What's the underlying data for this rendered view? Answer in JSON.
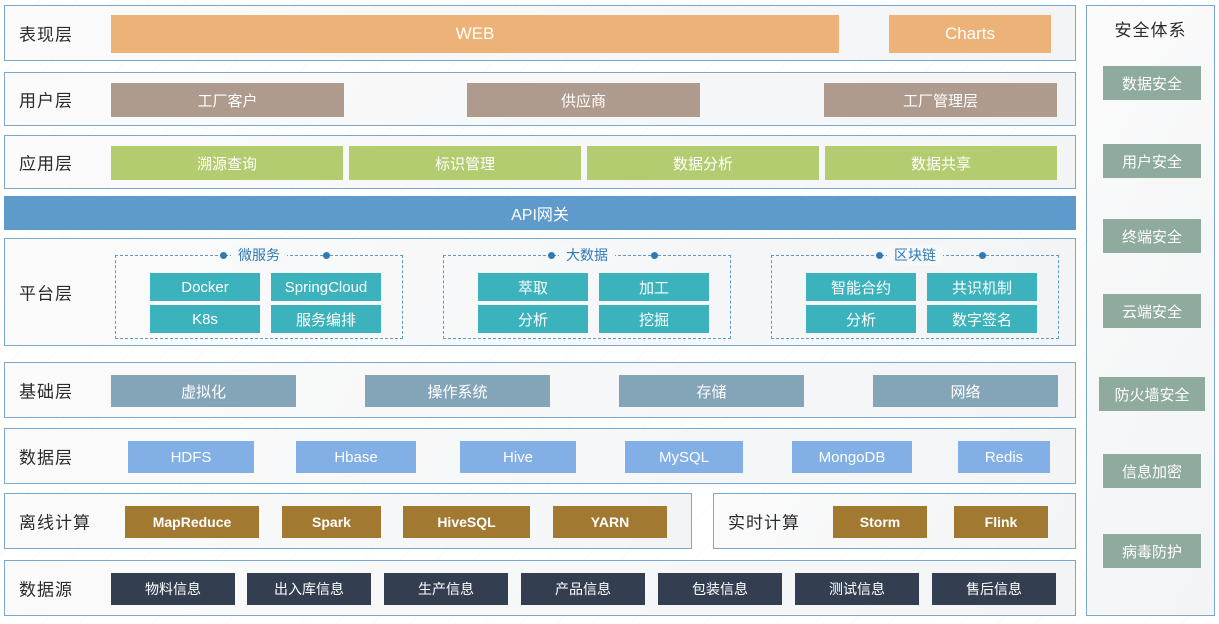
{
  "rows": [
    {
      "id": "presentation",
      "label": "表现层",
      "items": [
        {
          "label": "WEB"
        },
        {
          "label": "Charts"
        }
      ]
    },
    {
      "id": "user",
      "label": "用户层",
      "items": [
        {
          "label": "工厂客户"
        },
        {
          "label": "供应商"
        },
        {
          "label": "工厂管理层"
        }
      ]
    },
    {
      "id": "application",
      "label": "应用层",
      "items": [
        {
          "label": "溯源查询"
        },
        {
          "label": "标识管理"
        },
        {
          "label": "数据分析"
        },
        {
          "label": "数据共享"
        }
      ]
    },
    {
      "id": "gateway",
      "label": "API网关",
      "items": []
    },
    {
      "id": "platform",
      "label": "平台层",
      "groups": [
        {
          "title": "微服务",
          "items": [
            "Docker",
            "SpringCloud",
            "K8s",
            "服务编排"
          ]
        },
        {
          "title": "大数据",
          "items": [
            "萃取",
            "加工",
            "分析",
            "挖掘"
          ]
        },
        {
          "title": "区块链",
          "items": [
            "智能合约",
            "共识机制",
            "分析",
            "数字签名"
          ]
        }
      ]
    },
    {
      "id": "infrastructure",
      "label": "基础层",
      "items": [
        {
          "label": "虚拟化"
        },
        {
          "label": "操作系统"
        },
        {
          "label": "存储"
        },
        {
          "label": "网络"
        }
      ]
    },
    {
      "id": "data",
      "label": "数据层",
      "items": [
        {
          "label": "HDFS"
        },
        {
          "label": "Hbase"
        },
        {
          "label": "Hive"
        },
        {
          "label": "MySQL"
        },
        {
          "label": "MongoDB"
        },
        {
          "label": "Redis"
        }
      ]
    },
    {
      "id": "offline-compute",
      "label": "离线计算",
      "items": [
        {
          "label": "MapReduce"
        },
        {
          "label": "Spark"
        },
        {
          "label": "HiveSQL"
        },
        {
          "label": "YARN"
        }
      ]
    },
    {
      "id": "realtime-compute",
      "label": "实时计算",
      "items": [
        {
          "label": "Storm"
        },
        {
          "label": "Flink"
        }
      ]
    },
    {
      "id": "datasource",
      "label": "数据源",
      "items": [
        {
          "label": "物料信息"
        },
        {
          "label": "出入库信息"
        },
        {
          "label": "生产信息"
        },
        {
          "label": "产品信息"
        },
        {
          "label": "包装信息"
        },
        {
          "label": "测试信息"
        },
        {
          "label": "售后信息"
        }
      ]
    }
  ],
  "security": {
    "title": "安全体系",
    "items": [
      {
        "label": "数据安全"
      },
      {
        "label": "用户安全"
      },
      {
        "label": "终端安全"
      },
      {
        "label": "云端安全"
      },
      {
        "label": "防火墙安全"
      },
      {
        "label": "信息加密"
      },
      {
        "label": "病毒防护"
      }
    ]
  },
  "colors": {
    "presentation": "#edb277",
    "user": "#af9a8e",
    "application": "#b3cc70",
    "gateway": "#5e9bcc",
    "platform": "#3bb2bc",
    "infrastructure": "#84a4b8",
    "data": "#82afe5",
    "compute": "#a27931",
    "datasource": "#333f51",
    "security": "#8fab9d",
    "panel_border": "#7ba7cc",
    "group_accent": "#2f7ab5"
  }
}
